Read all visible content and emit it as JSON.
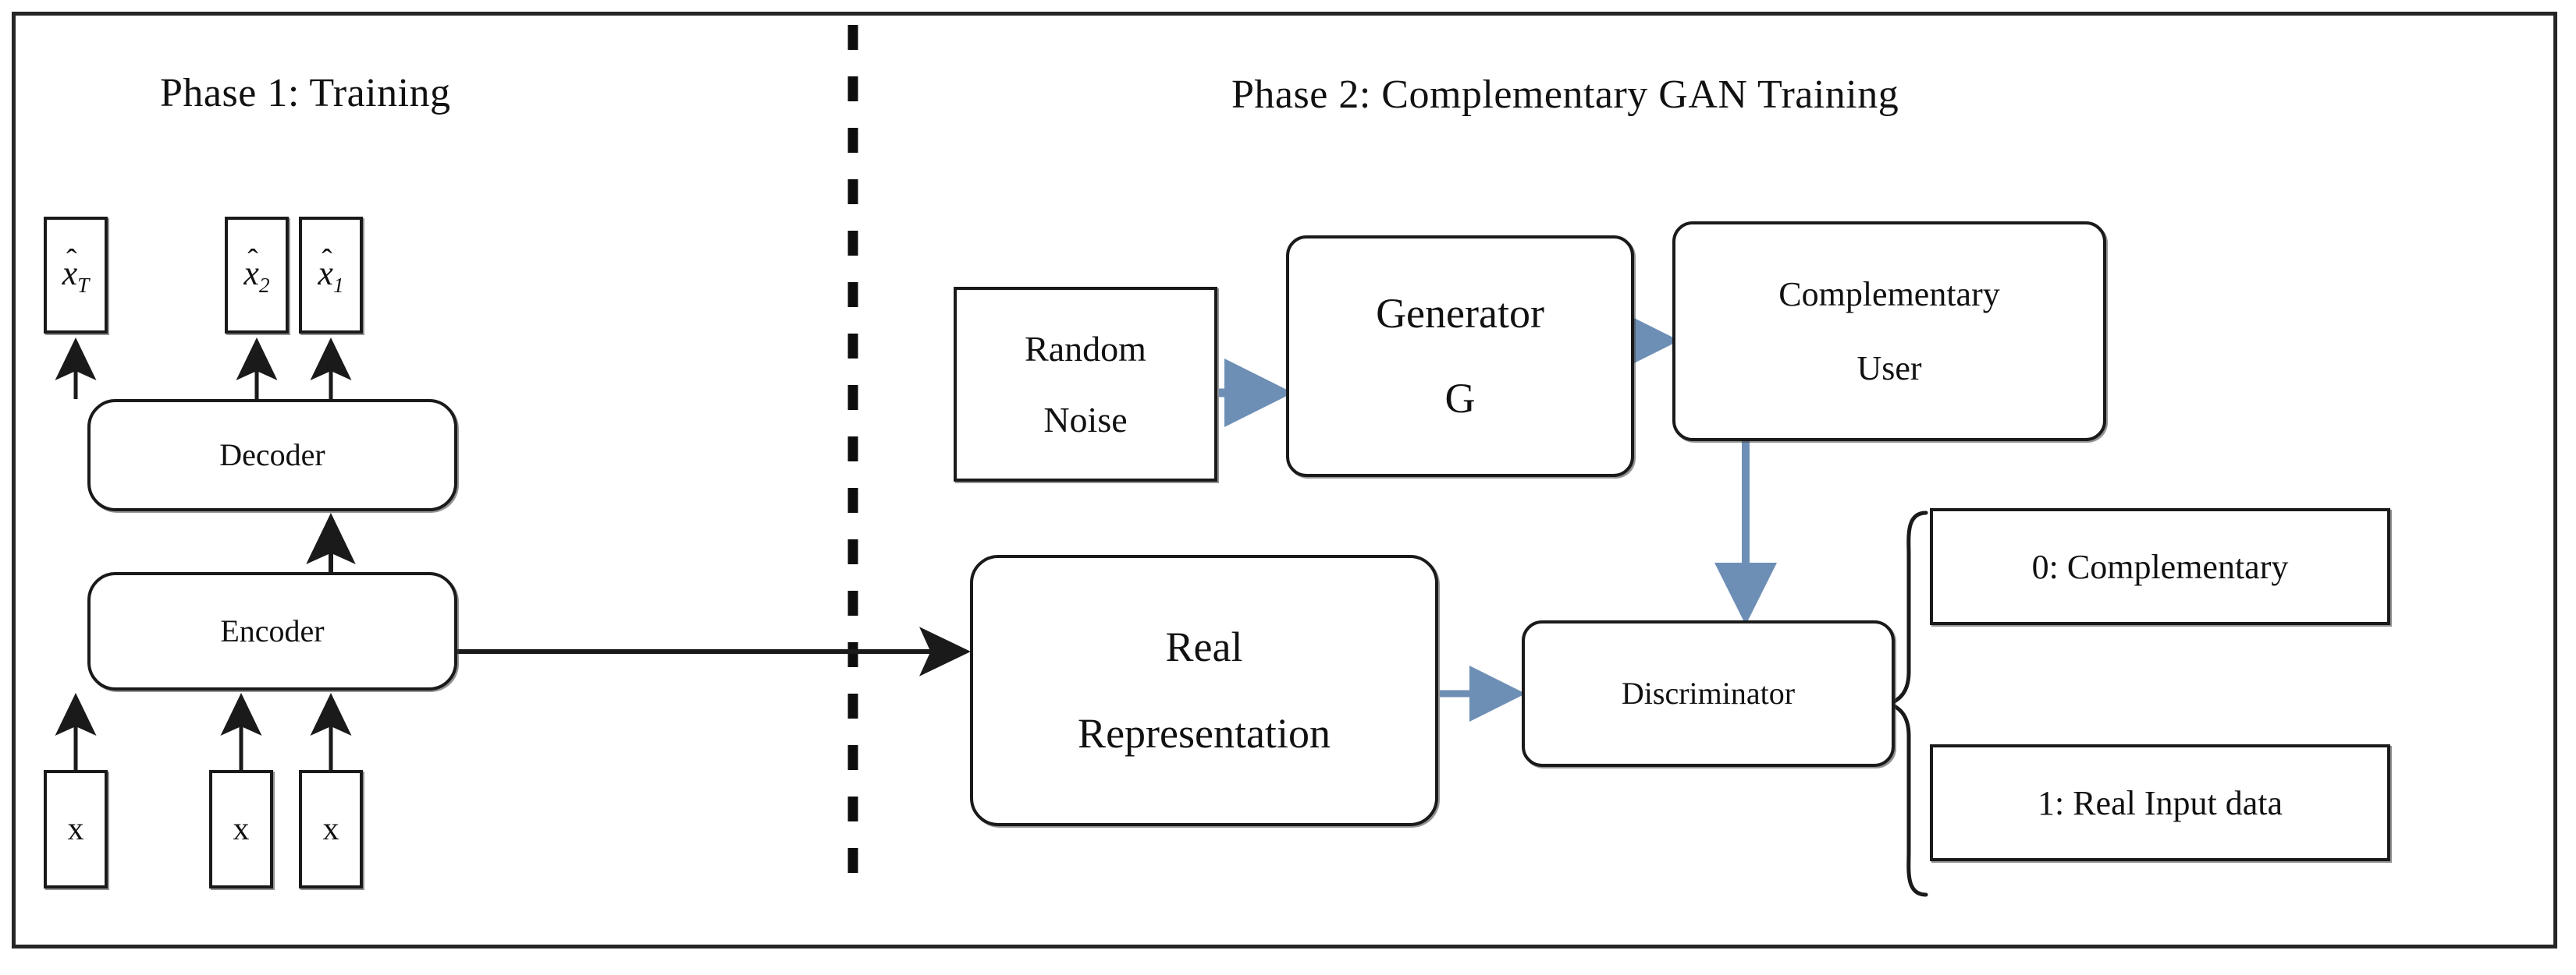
{
  "figure": {
    "type": "flow-diagram",
    "title": "Complementary GAN two-phase training architecture",
    "background_color": "#ffffff",
    "frame_color": "#262626",
    "black_arrow_color": "#1a1a1a",
    "blue_arrow_color": "#6e8fb5"
  },
  "phase1": {
    "title": "Phase  1:  Training",
    "outputs": [
      {
        "base": "x",
        "sub": "T",
        "hat": "̂"
      },
      {
        "base": "x",
        "sub": "2",
        "hat": "̂"
      },
      {
        "base": "x",
        "sub": "1",
        "hat": "̂"
      }
    ],
    "decoder_label": "Decoder",
    "encoder_label": "Encoder",
    "inputs": [
      {
        "label": "x"
      },
      {
        "label": "x"
      },
      {
        "label": "x"
      }
    ]
  },
  "phase2": {
    "title": "Phase 2: Complementary GAN Training",
    "random_noise": {
      "line1": "Random",
      "line2": "Noise"
    },
    "generator": {
      "line1": "Generator",
      "line2": "G"
    },
    "complementary_user": {
      "line1": "Complementary",
      "line2": "User"
    },
    "real_representation": {
      "line1": "Real",
      "line2": "Representation"
    },
    "discriminator": {
      "label": "Discriminator"
    },
    "outputs": [
      {
        "label": "0:  Complementary"
      },
      {
        "label": "1: Real Input data"
      }
    ]
  },
  "divider": {
    "style": "dashed-vertical"
  }
}
